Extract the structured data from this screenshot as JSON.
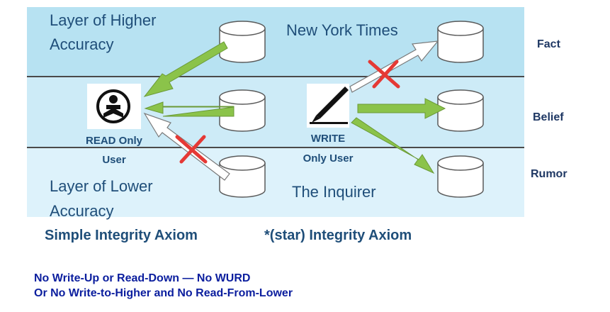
{
  "layers": {
    "top_label": [
      "Layer of Higher",
      "Accuracy"
    ],
    "bottom_label": [
      "Layer of Lower",
      "Accuracy"
    ]
  },
  "sources": {
    "top": "New York Times",
    "bottom": "The Inquirer"
  },
  "levels": {
    "fact": "Fact",
    "belief": "Belief",
    "rumor": "Rumor"
  },
  "users": {
    "read": [
      "READ Only",
      "User"
    ],
    "write": [
      "WRITE",
      "Only User"
    ]
  },
  "axioms": {
    "simple": "Simple Integrity Axiom",
    "star": "*(star) Integrity Axiom"
  },
  "rules": [
    "No Write-Up or Read-Down — No WURD",
    "Or No Write-to-Higher and No Read-From-Lower"
  ],
  "icons": {
    "reader": "reader-icon",
    "writer": "pen-icon",
    "database": "database-icon",
    "blocked": "red-x-icon"
  },
  "colors": {
    "band_top": "#b7e2f2",
    "band_mid": "#cdebf7",
    "band_bot": "#ddf2fb",
    "allowed_arrow": "#8bc34a",
    "blocked_arrow": "#ffffff",
    "blocked_mark": "#e53935",
    "text": "#1f4e79"
  }
}
